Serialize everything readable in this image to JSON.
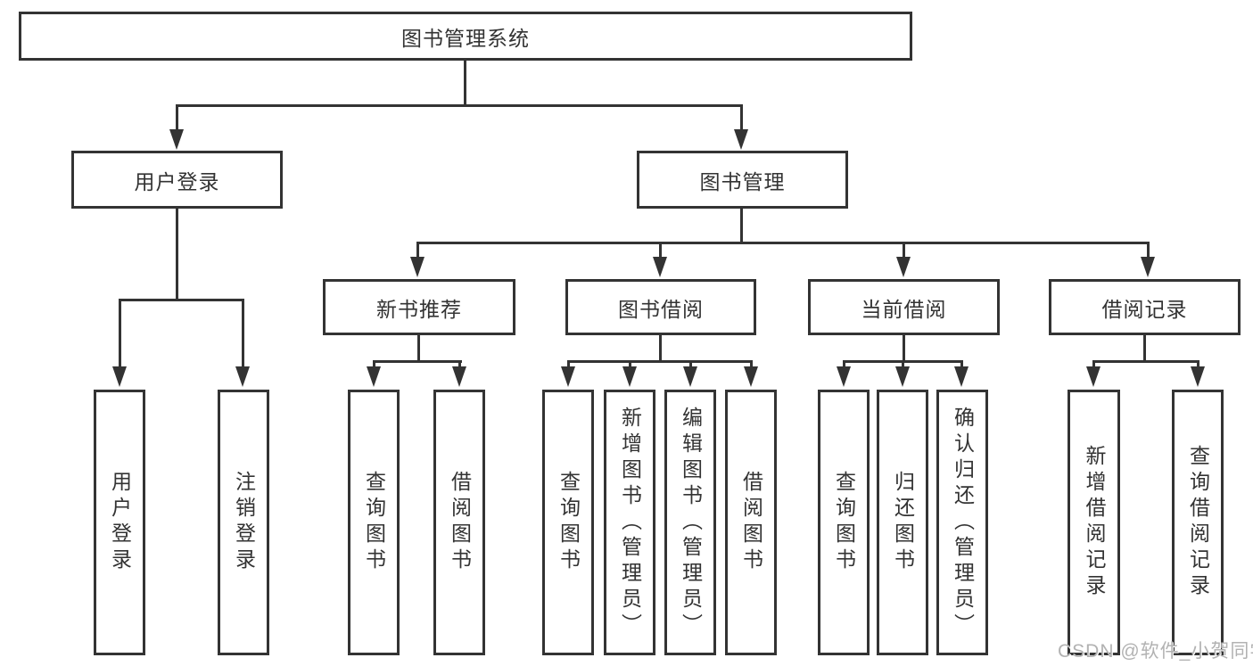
{
  "diagram": {
    "root": "图书管理系统",
    "branches": [
      {
        "label": "用户登录",
        "leaves": [
          "用户登录",
          "注销登录"
        ]
      },
      {
        "label": "图书管理",
        "groups": [
          {
            "label": "新书推荐",
            "leaves": [
              "查询图书",
              "借阅图书"
            ]
          },
          {
            "label": "图书借阅",
            "leaves": [
              "查询图书",
              "新增图书（管理员）",
              "编辑图书（管理员）",
              "借阅图书"
            ]
          },
          {
            "label": "当前借阅",
            "leaves": [
              "查询图书",
              "归还图书",
              "确认归还（管理员）"
            ]
          },
          {
            "label": "借阅记录",
            "leaves": [
              "新增借阅记录",
              "查询借阅记录"
            ]
          }
        ]
      }
    ]
  },
  "watermark": "CSDN @软件_小贺同学",
  "colors": {
    "line": "#333333",
    "text": "#333333",
    "watermark": "#b2b2b2",
    "background": "#ffffff"
  }
}
